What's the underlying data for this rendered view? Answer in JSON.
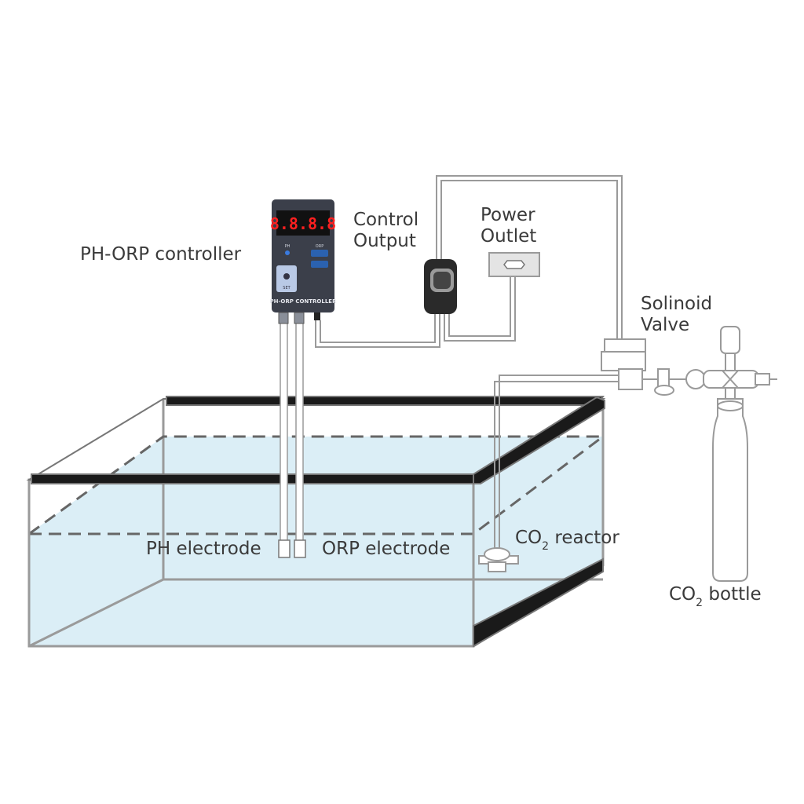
{
  "labels": {
    "controller": "PH-ORP controller",
    "control_output_line1": "Control",
    "control_output_line2": "Output",
    "power_outlet_line1": "Power",
    "power_outlet_line2": "Outlet",
    "solenoid_line1": "Solinoid",
    "solenoid_line2": "Valve",
    "ph_electrode": "PH electrode",
    "orp_electrode": "ORP electrode",
    "co2_reactor_prefix": "CO",
    "co2_reactor_sub": "2",
    "co2_reactor_suffix": " reactor",
    "co2_bottle_prefix": "CO",
    "co2_bottle_sub": "2",
    "co2_bottle_suffix": " bottle"
  },
  "device": {
    "display_text": "8.8.8.8",
    "panel_label": "PH-ORP CONTROLLER",
    "led_labels": [
      "PH",
      "ORP"
    ],
    "button_label": "SET",
    "case_color": "#3b3f4a",
    "display_color": "#ff2020"
  },
  "colors": {
    "water": "#dbeef6",
    "frame": "#1a1a1a",
    "line": "#9a9a9a",
    "label": "#3a3a3a"
  }
}
